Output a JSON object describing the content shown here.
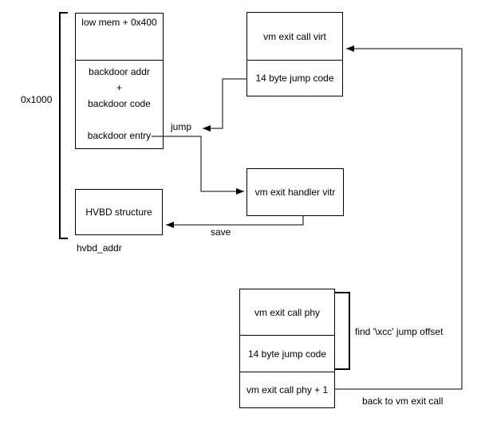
{
  "diagram": {
    "boxes": {
      "mem": {
        "row_low": "low mem + 0x400",
        "row_addr": "backdoor addr",
        "row_plus": "+",
        "row_code": "backdoor code",
        "row_entry": "backdoor entry"
      },
      "virt": {
        "row_title": "vm exit call virt",
        "row_jumpcode": "14 byte jump code"
      },
      "handler": {
        "label": "vm exit handler vitr"
      },
      "hvbd": {
        "label": "HVBD structure"
      },
      "phy": {
        "row_title": "vm exit call phy",
        "row_jumpcode": "14 byte jump code",
        "row_plus1": "vm exit call phy + 1"
      }
    },
    "labels": {
      "size_bracket": "0x1000",
      "jump": "jump",
      "save": "save",
      "hvbd_addr": "hvbd_addr",
      "find_offset": "find '\\xcc' jump offset",
      "back_to_call": "back to vm exit call"
    },
    "colors": {
      "stroke": "#000000",
      "text": "#000000",
      "background": "#ffffff"
    }
  }
}
